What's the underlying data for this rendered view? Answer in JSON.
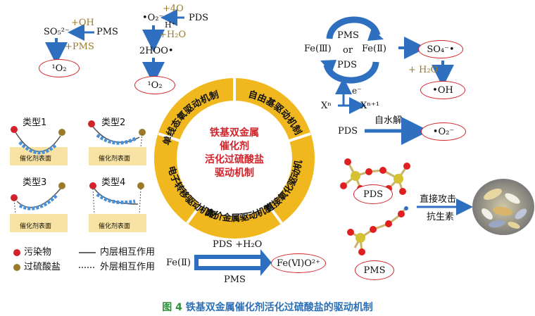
{
  "caption": {
    "fig": "图 4",
    "text": "铁基双金属催化剂活化过硫酸盐的驱动机制"
  },
  "center": {
    "line1": "铁基双金属",
    "line2": "催化剂",
    "line3": "活化过硫酸盐",
    "line4": "驱动机制"
  },
  "ring": {
    "singlet": "单线态氧驱动机制",
    "radical": "自由基驱动机制",
    "direct_ox": "直接氧化驱动机制",
    "high_valent": "高价金属驱动机制",
    "electron": "电子转移驱动机制"
  },
  "top_left": {
    "so5": "SO₅²⁻",
    "oh": "+OH",
    "pms": "PMS",
    "plus_pms": "+PMS",
    "o2": "¹O₂"
  },
  "top_mid": {
    "o2rad": "•O₂⁻",
    "plus4o": "+4O",
    "pds": "PDS",
    "hplus": "H⁺",
    "plus_h2o": "+H₂O",
    "hoo": "2HOO•",
    "o2": "¹O₂"
  },
  "cycle": {
    "fe3": "Fe(Ⅲ)",
    "fe2": "Fe(Ⅱ)",
    "pms": "PMS",
    "or": "or",
    "pds": "PDS",
    "so4": "SO₄⁻•",
    "plus_h2o": "+ H₂O",
    "oh": "•OH",
    "electron": "e⁻",
    "xn": "Xⁿ",
    "xn1": "Xⁿ⁺¹"
  },
  "self_hydrolysis": {
    "pds": "PDS",
    "label": "自水解",
    "o2": "•O₂⁻"
  },
  "types": {
    "t1": "类型1",
    "t2": "类型2",
    "t3": "类型3",
    "t4": "类型4",
    "surface": "催化剂表面"
  },
  "legend": {
    "pollutant": "污染物",
    "persulfate": "过硫酸盐",
    "inner": "内层相互作用",
    "outer": "外层相互作用"
  },
  "molecules": {
    "pds": "PDS",
    "pms": "PMS"
  },
  "antibiotic": {
    "line1": "直接攻击",
    "line2": "抗生素"
  },
  "feiv": {
    "fe2": "Fe(Ⅱ)",
    "top": "PDS +H₂O",
    "bottom": "PMS",
    "product": "Fe(Ⅵ)O²⁺"
  },
  "colors": {
    "arrow": "#2f6fc0",
    "red": "#d2232a",
    "gold": "#9b7a2a",
    "ring": "#f0b81e",
    "caption": "#2c6fb5",
    "caption_fig": "#2f8f3a"
  }
}
